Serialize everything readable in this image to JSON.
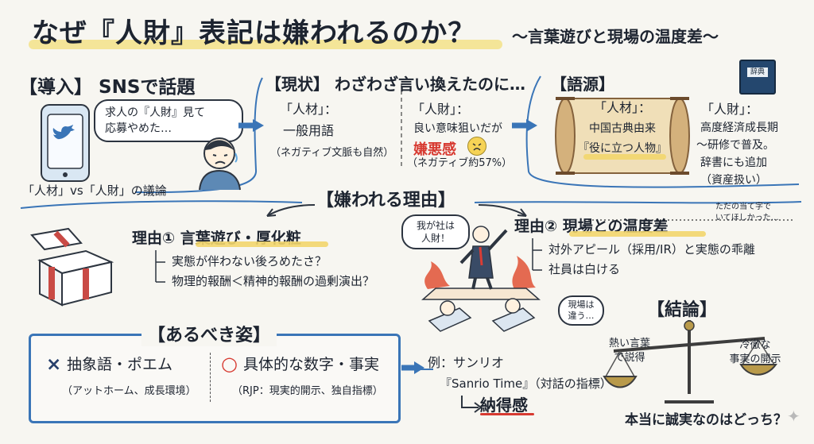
{
  "header": {
    "title": "なぜ『人財』表記は嫌われるのか？",
    "subtitle": "〜言葉遊びと現場の温度差〜"
  },
  "intro": {
    "title": "【導入】 SNSで話題",
    "bubble": "求人の『人財』見て\n応募やめた…",
    "caption": "「人材」vs「人財」の議論"
  },
  "status": {
    "title": "【現状】 わざわざ言い換えたのに…",
    "left_term": "「人材」：",
    "left_desc": "一般用語",
    "left_note": "（ネガティブ文脈も自然）",
    "right_term": "「人財」：",
    "right_desc": "良い意味狙いだが",
    "right_emph": "嫌悪感",
    "right_note": "（ネガティブ約57%）"
  },
  "origin": {
    "title": "【語源】",
    "scroll_term": "「人材」：",
    "scroll_desc1": "中国古典由来",
    "scroll_desc2": "『役に立つ人物』",
    "book_label": "辞典",
    "zaigo_term": "「人財」：",
    "zaigo_desc1": "高度経済成長期",
    "zaigo_desc2": "〜研修で普及。",
    "zaigo_desc3": "辞書にも追加",
    "zaigo_desc4": "（資産扱い）"
  },
  "reasons": {
    "title": "【嫌われる理由】",
    "reason1_title": "理由① 言葉遊び・厚化粧",
    "reason1_item1": "実態が伴わない後ろめたさ？",
    "reason1_item2": "物理的報酬＜精神的報酬の過剰演出？",
    "speech_ceo": "我が社は\n人財！",
    "reason2_title": "理由② 現場との温度差",
    "reason2_item1": "対外アピール（採用/IR）と実態の乖離",
    "reason2_item2": "社員は白ける",
    "thought_top": "ただの当て字で\nいてほしかった…",
    "thought_field": "現場は\n違う…"
  },
  "ideal": {
    "title": "【あるべき姿】",
    "bad_mark": "×",
    "bad_label": "抽象語・ポエム",
    "bad_note": "（アットホーム、成長環境）",
    "good_mark": "○",
    "good_label": "具体的な数字・事実",
    "good_note": "（RJP：現実的開示、独自指標）"
  },
  "example": {
    "line1": "例：サンリオ",
    "line2": "『Sanrio Time』（対話の指標）",
    "result": "納得感"
  },
  "conclusion": {
    "title": "【結論】",
    "left_label": "熱い言葉\nで説得",
    "right_label": "冷徹な\n事実の開示",
    "question": "本当に誠実なのはどっち？"
  },
  "colors": {
    "accent_blue": "#3a75b7",
    "highlight_yellow": "#f2d66d",
    "emphasis_red": "#d73a31",
    "ink": "#1d2430"
  }
}
